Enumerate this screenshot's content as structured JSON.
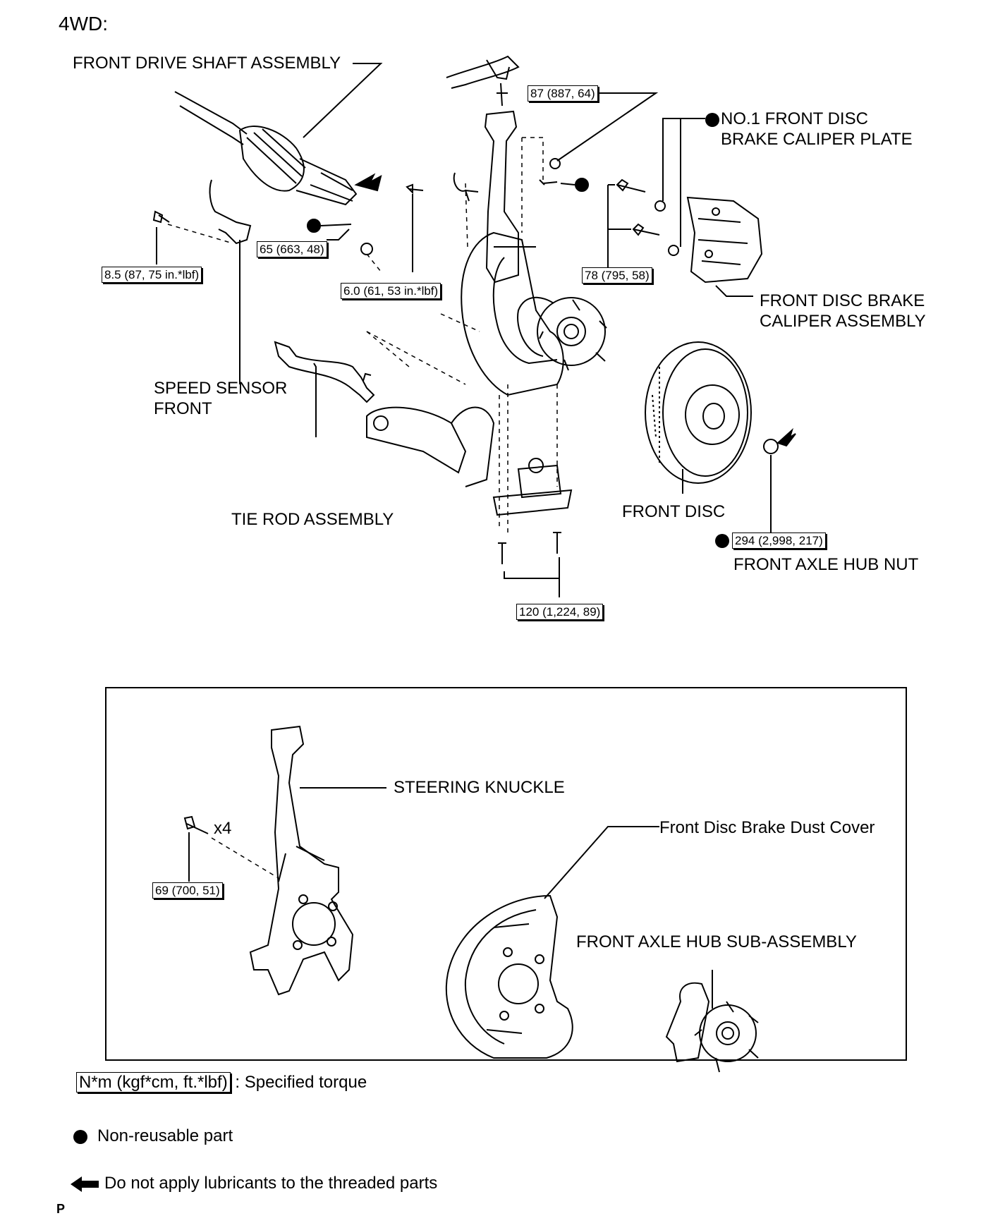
{
  "header": {
    "title": "4WD:"
  },
  "labels": {
    "drive_shaft": "FRONT DRIVE SHAFT ASSEMBLY",
    "caliper_plate_l1": "NO.1 FRONT DISC",
    "caliper_plate_l2": "BRAKE CALIPER PLATE",
    "caliper_l1": "FRONT DISC BRAKE",
    "caliper_l2": "CALIPER ASSEMBLY",
    "speed_sensor_l1": "SPEED SENSOR",
    "speed_sensor_l2": "FRONT",
    "tie_rod": "TIE ROD ASSEMBLY",
    "front_disc": "FRONT DISC",
    "hub_nut": "FRONT AXLE HUB NUT",
    "steering_knuckle": "STEERING KNUCKLE",
    "dust_cover": "Front Disc Brake Dust Cover",
    "hub_sub_assembly": "FRONT AXLE HUB SUB-ASSEMBLY",
    "x4": "x4"
  },
  "torques": {
    "t87": "87 (887, 64)",
    "t65": "65 (663, 48)",
    "t85": "8.5 (87, 75 in.*lbf)",
    "t60": "6.0 (61, 53 in.*lbf)",
    "t78": "78 (795, 58)",
    "t294": "294 (2,998, 217)",
    "t120": "120 (1,224, 89)",
    "t69": "69 (700, 51)"
  },
  "legend": {
    "torque_box": "N*m (kgf*cm, ft.*lbf)",
    "torque_text": ": Specified torque",
    "non_reusable": "Non-reusable part",
    "no_lube": "Do not apply lubricants to the threaded parts"
  },
  "footer": {
    "code": "P"
  }
}
